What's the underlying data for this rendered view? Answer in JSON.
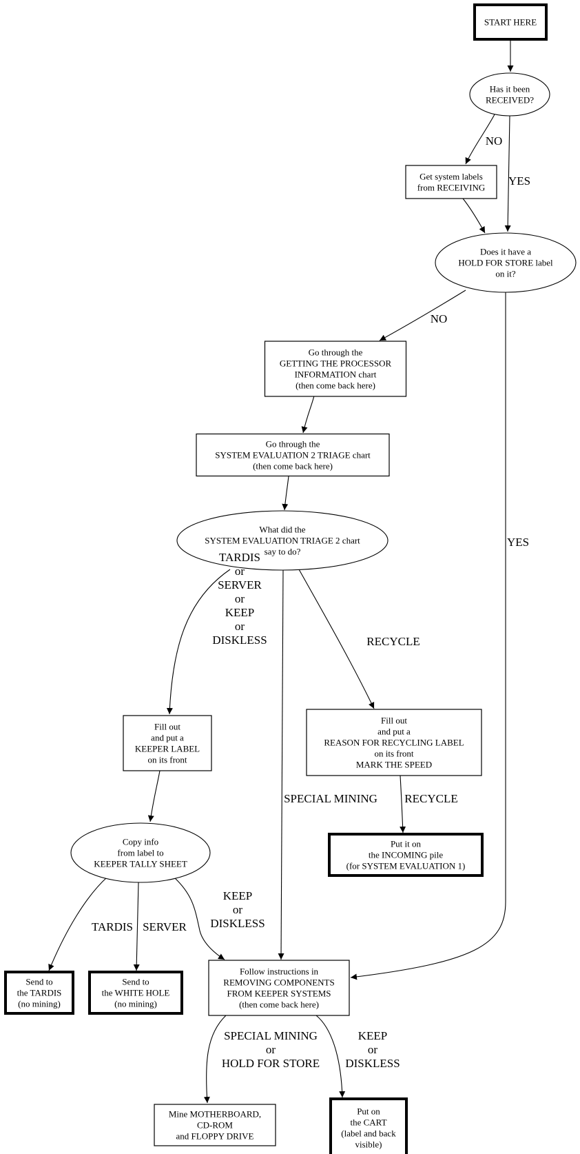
{
  "diagram": {
    "title": "Keeper / Recycling triage flowchart",
    "nodes": [
      {
        "id": "start",
        "shape": "box-bold",
        "lines": [
          "START HERE"
        ]
      },
      {
        "id": "received",
        "shape": "ellipse",
        "lines": [
          "Has it been",
          "RECEIVED?"
        ]
      },
      {
        "id": "get_labels",
        "shape": "box",
        "lines": [
          "Get system labels",
          "from RECEIVING"
        ]
      },
      {
        "id": "hold_label",
        "shape": "ellipse",
        "lines": [
          "Does it have a",
          "HOLD FOR STORE label",
          "on it?"
        ]
      },
      {
        "id": "processor_info",
        "shape": "box",
        "lines": [
          "Go through the",
          "GETTING THE PROCESSOR",
          "INFORMATION chart",
          "(then come back here)"
        ]
      },
      {
        "id": "sys_eval_triage",
        "shape": "box",
        "lines": [
          "Go through the",
          "SYSTEM EVALUATION 2 TRIAGE chart",
          "(then come back here)"
        ]
      },
      {
        "id": "what_did",
        "shape": "ellipse",
        "lines": [
          "What did the",
          "SYSTEM EVALUATION TRIAGE 2 chart",
          "say to do?"
        ]
      },
      {
        "id": "keeper_label",
        "shape": "box",
        "lines": [
          "Fill out",
          "and put a",
          "KEEPER LABEL",
          "on its front"
        ]
      },
      {
        "id": "recycle_label",
        "shape": "box",
        "lines": [
          "Fill out",
          "and put a",
          "REASON FOR RECYCLING LABEL",
          "on its front",
          "MARK THE SPEED"
        ]
      },
      {
        "id": "incoming",
        "shape": "box-bold",
        "lines": [
          "Put it on",
          "the INCOMING pile",
          "(for SYSTEM EVALUATION 1)"
        ]
      },
      {
        "id": "copy_info",
        "shape": "ellipse",
        "lines": [
          "Copy info",
          "from label to",
          "KEEPER TALLY SHEET"
        ]
      },
      {
        "id": "tardis",
        "shape": "box-bold",
        "lines": [
          "Send to",
          "the TARDIS",
          "(no mining)"
        ]
      },
      {
        "id": "white_hole",
        "shape": "box-bold",
        "lines": [
          "Send to",
          "the WHITE HOLE",
          "(no mining)"
        ]
      },
      {
        "id": "removing",
        "shape": "box",
        "lines": [
          "Follow instructions in",
          "REMOVING COMPONENTS",
          "FROM KEEPER SYSTEMS",
          "(then come back here)"
        ]
      },
      {
        "id": "mine",
        "shape": "box",
        "lines": [
          "Mine MOTHERBOARD,",
          "CD-ROM",
          "and FLOPPY DRIVE"
        ]
      },
      {
        "id": "cart",
        "shape": "box-bold",
        "lines": [
          "Put on",
          "the CART",
          "(label and back",
          "visible)"
        ]
      }
    ],
    "edges": [
      {
        "from": "start",
        "to": "received",
        "label": []
      },
      {
        "from": "received",
        "to": "get_labels",
        "label": [
          "NO"
        ]
      },
      {
        "from": "received",
        "to": "hold_label",
        "label": [
          "YES"
        ]
      },
      {
        "from": "get_labels",
        "to": "hold_label",
        "label": []
      },
      {
        "from": "hold_label",
        "to": "processor_info",
        "label": [
          "NO"
        ]
      },
      {
        "from": "hold_label",
        "to": "removing",
        "label": [
          "YES"
        ]
      },
      {
        "from": "processor_info",
        "to": "sys_eval_triage",
        "label": []
      },
      {
        "from": "sys_eval_triage",
        "to": "what_did",
        "label": []
      },
      {
        "from": "what_did",
        "to": "keeper_label",
        "label": [
          "TARDIS",
          "or",
          "SERVER",
          "or",
          "KEEP",
          "or",
          "DISKLESS"
        ]
      },
      {
        "from": "what_did",
        "to": "removing",
        "label": [
          "SPECIAL MINING"
        ]
      },
      {
        "from": "what_did",
        "to": "recycle_label",
        "label": [
          "RECYCLE"
        ]
      },
      {
        "from": "recycle_label",
        "to": "incoming",
        "label": [
          "RECYCLE"
        ]
      },
      {
        "from": "keeper_label",
        "to": "copy_info",
        "label": []
      },
      {
        "from": "copy_info",
        "to": "tardis",
        "label": [
          "TARDIS"
        ]
      },
      {
        "from": "copy_info",
        "to": "white_hole",
        "label": [
          "SERVER"
        ]
      },
      {
        "from": "copy_info",
        "to": "removing",
        "label": [
          "KEEP",
          "or",
          "DISKLESS"
        ]
      },
      {
        "from": "removing",
        "to": "mine",
        "label": [
          "SPECIAL MINING",
          "or",
          "HOLD FOR STORE"
        ]
      },
      {
        "from": "removing",
        "to": "cart",
        "label": [
          "KEEP",
          "or",
          "DISKLESS"
        ]
      }
    ]
  }
}
